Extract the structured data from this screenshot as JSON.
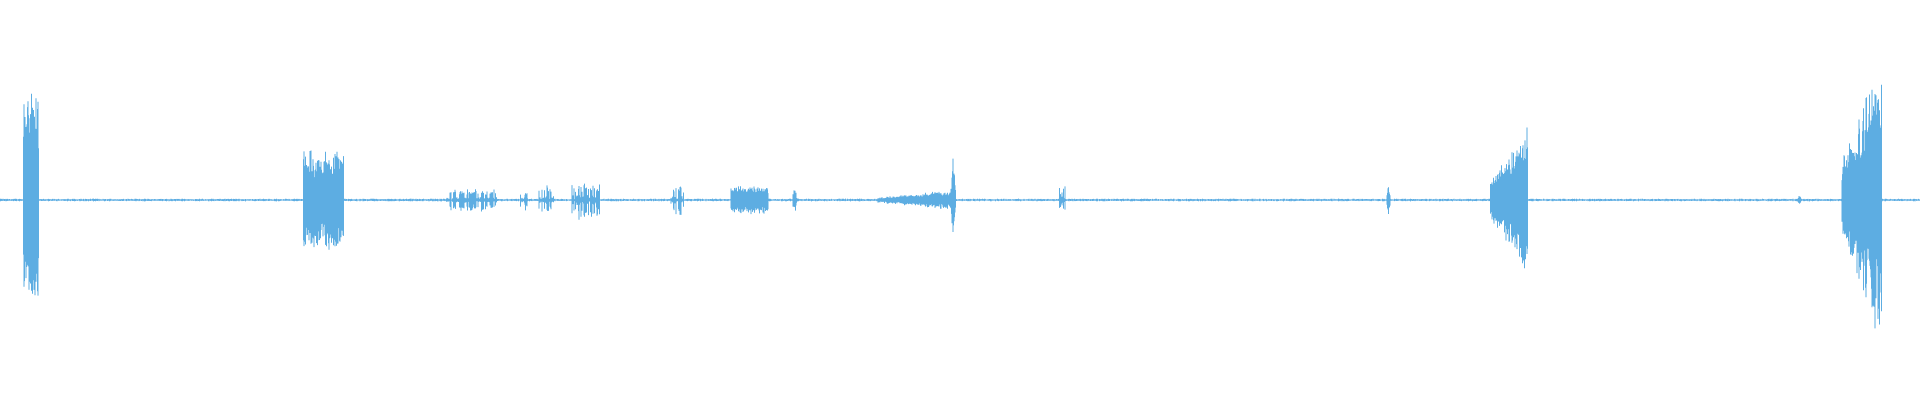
{
  "waveform": {
    "color": "#5dade2",
    "background": "#ffffff",
    "bursts": [
      {
        "start": 0.0121,
        "end": 0.0203,
        "amplitude": 0.62,
        "profile": "flat"
      },
      {
        "start": 0.1579,
        "end": 0.1791,
        "amplitude": 0.29,
        "profile": "plateau"
      },
      {
        "start": 0.2325,
        "end": 0.2589,
        "amplitude": 0.07,
        "profile": "sparse"
      },
      {
        "start": 0.2709,
        "end": 0.2749,
        "amplitude": 0.06,
        "profile": "sparse"
      },
      {
        "start": 0.2807,
        "end": 0.2893,
        "amplitude": 0.09,
        "profile": "sparse"
      },
      {
        "start": 0.2979,
        "end": 0.3125,
        "amplitude": 0.12,
        "profile": "sparse"
      },
      {
        "start": 0.3493,
        "end": 0.3565,
        "amplitude": 0.09,
        "profile": "sparse"
      },
      {
        "start": 0.3805,
        "end": 0.4001,
        "amplitude": 0.08,
        "profile": "plateau"
      },
      {
        "start": 0.4129,
        "end": 0.4161,
        "amplitude": 0.07,
        "profile": "sparse"
      },
      {
        "start": 0.4571,
        "end": 0.4971,
        "amplitude": 0.06,
        "profile": "rising"
      },
      {
        "start": 0.4952,
        "end": 0.4978,
        "amplitude": 0.26,
        "profile": "spike"
      },
      {
        "start": 0.5517,
        "end": 0.5547,
        "amplitude": 0.09,
        "profile": "sparse"
      },
      {
        "start": 0.7222,
        "end": 0.7242,
        "amplitude": 0.09,
        "profile": "spike"
      },
      {
        "start": 0.7763,
        "end": 0.7957,
        "amplitude": 0.48,
        "profile": "rising"
      },
      {
        "start": 0.9362,
        "end": 0.9382,
        "amplitude": 0.03,
        "profile": "spike"
      },
      {
        "start": 0.9592,
        "end": 0.9802,
        "amplitude": 0.88,
        "profile": "rising"
      }
    ],
    "noise_amplitude": 0.008
  }
}
